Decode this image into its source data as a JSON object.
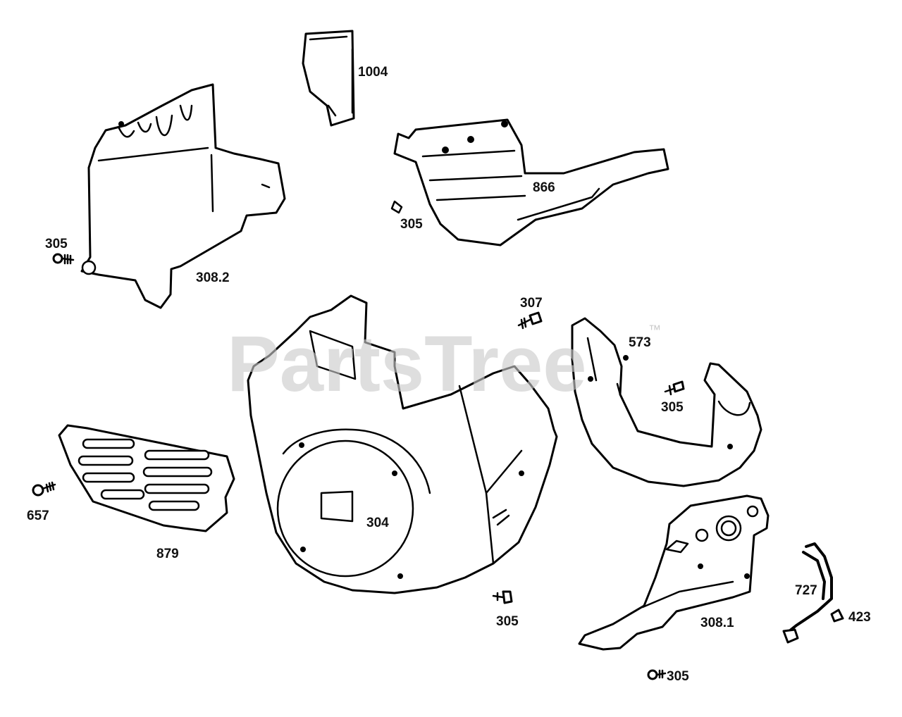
{
  "watermark": {
    "text": "PartsTree",
    "trademark": "™"
  },
  "labels": {
    "l1004": "1004",
    "l866": "866",
    "l305_top": "305",
    "l305_left": "305",
    "l308_2": "308.2",
    "l307": "307",
    "l573": "573",
    "l305_right": "305",
    "l657": "657",
    "l879": "879",
    "l304": "304",
    "l305_bottom": "305",
    "l308_1": "308.1",
    "l727": "727",
    "l423": "423",
    "l305_lower_right": "305"
  }
}
